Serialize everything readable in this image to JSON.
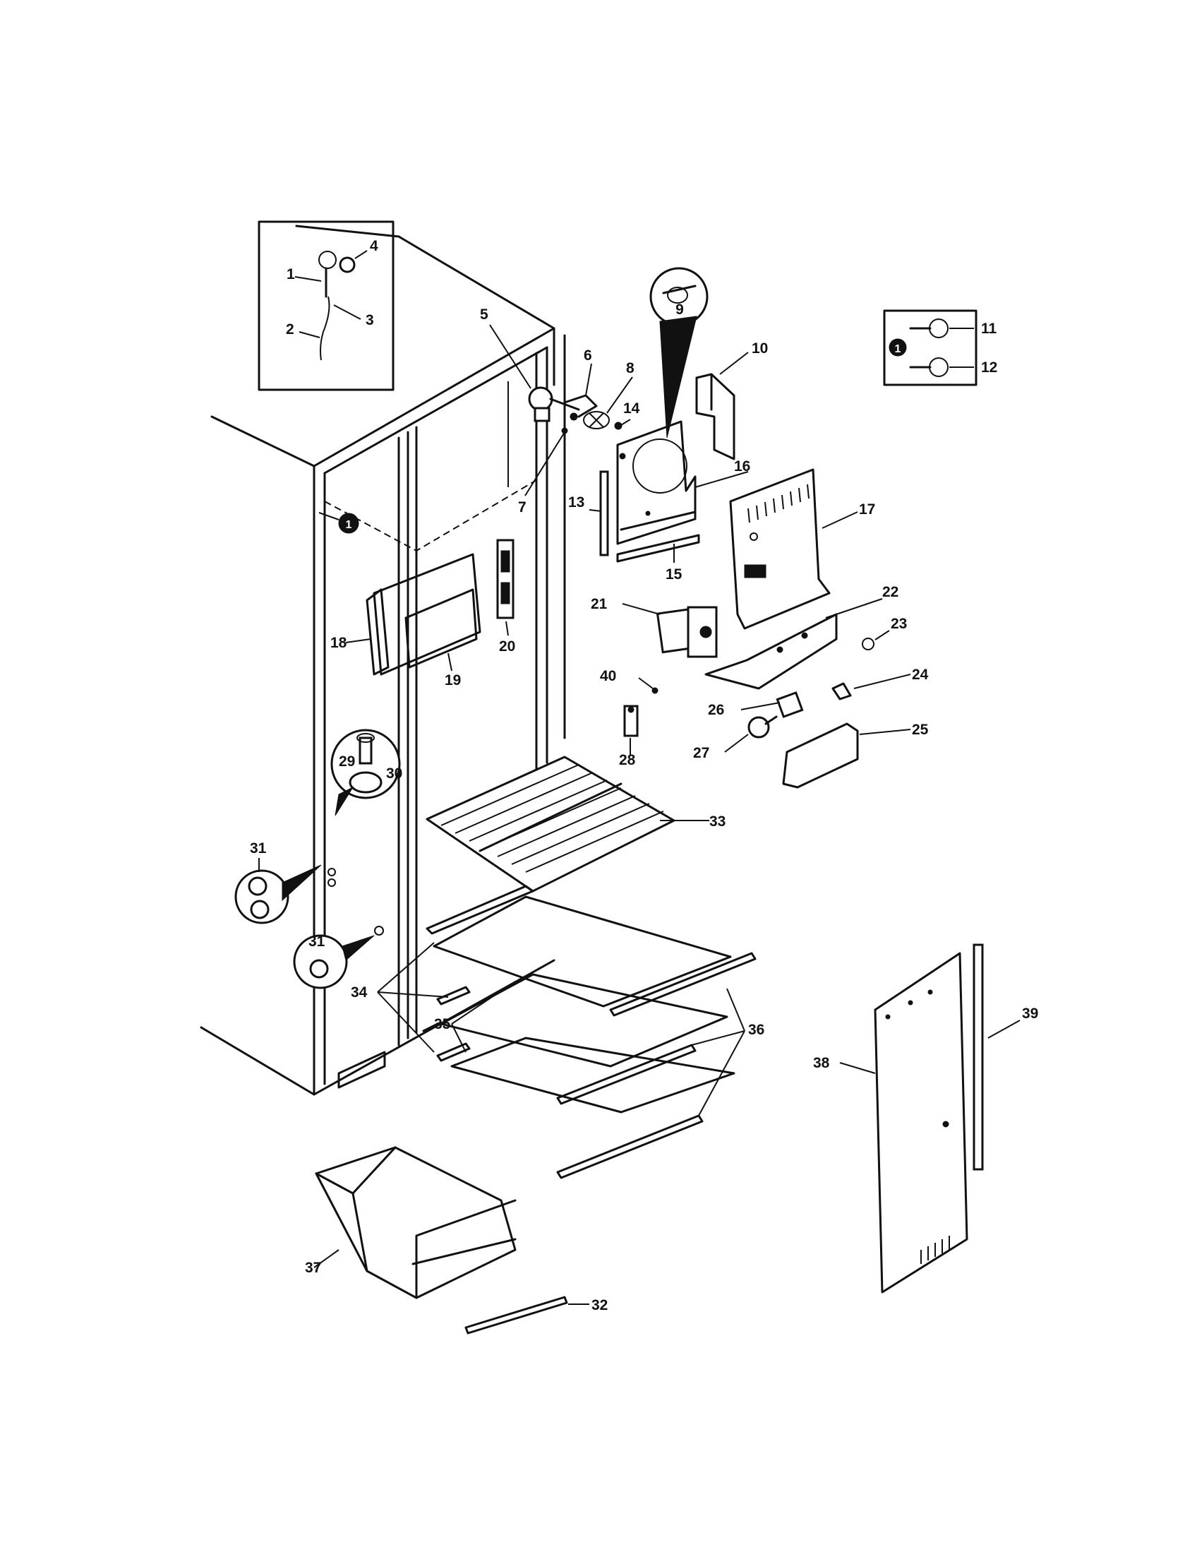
{
  "diagram": {
    "callouts": [
      {
        "id": "c1",
        "label": "1"
      },
      {
        "id": "c2",
        "label": "2"
      },
      {
        "id": "c3",
        "label": "3"
      },
      {
        "id": "c4",
        "label": "4"
      },
      {
        "id": "c5",
        "label": "5"
      },
      {
        "id": "c6",
        "label": "6"
      },
      {
        "id": "c7",
        "label": "7"
      },
      {
        "id": "c8",
        "label": "8"
      },
      {
        "id": "c9",
        "label": "9"
      },
      {
        "id": "c10",
        "label": "10"
      },
      {
        "id": "c11",
        "label": "11"
      },
      {
        "id": "c12",
        "label": "12"
      },
      {
        "id": "c13",
        "label": "13"
      },
      {
        "id": "c14",
        "label": "14"
      },
      {
        "id": "c15",
        "label": "15"
      },
      {
        "id": "c16",
        "label": "16"
      },
      {
        "id": "c17",
        "label": "17"
      },
      {
        "id": "c18",
        "label": "18"
      },
      {
        "id": "c19",
        "label": "19"
      },
      {
        "id": "c20",
        "label": "20"
      },
      {
        "id": "c21",
        "label": "21"
      },
      {
        "id": "c22",
        "label": "22"
      },
      {
        "id": "c23",
        "label": "23"
      },
      {
        "id": "c24",
        "label": "24"
      },
      {
        "id": "c25",
        "label": "25"
      },
      {
        "id": "c26",
        "label": "26"
      },
      {
        "id": "c27",
        "label": "27"
      },
      {
        "id": "c28",
        "label": "28"
      },
      {
        "id": "c29",
        "label": "29"
      },
      {
        "id": "c30",
        "label": "30"
      },
      {
        "id": "c31a",
        "label": "31"
      },
      {
        "id": "c31b",
        "label": "31"
      },
      {
        "id": "c32",
        "label": "32"
      },
      {
        "id": "c33",
        "label": "33"
      },
      {
        "id": "c34",
        "label": "34"
      },
      {
        "id": "c35",
        "label": "35"
      },
      {
        "id": "c36",
        "label": "36"
      },
      {
        "id": "c37",
        "label": "37"
      },
      {
        "id": "c38",
        "label": "38"
      },
      {
        "id": "c39",
        "label": "39"
      },
      {
        "id": "c40",
        "label": "40"
      }
    ],
    "markers": [
      {
        "id": "m1",
        "label": "1"
      },
      {
        "id": "m2",
        "label": "1"
      }
    ]
  }
}
